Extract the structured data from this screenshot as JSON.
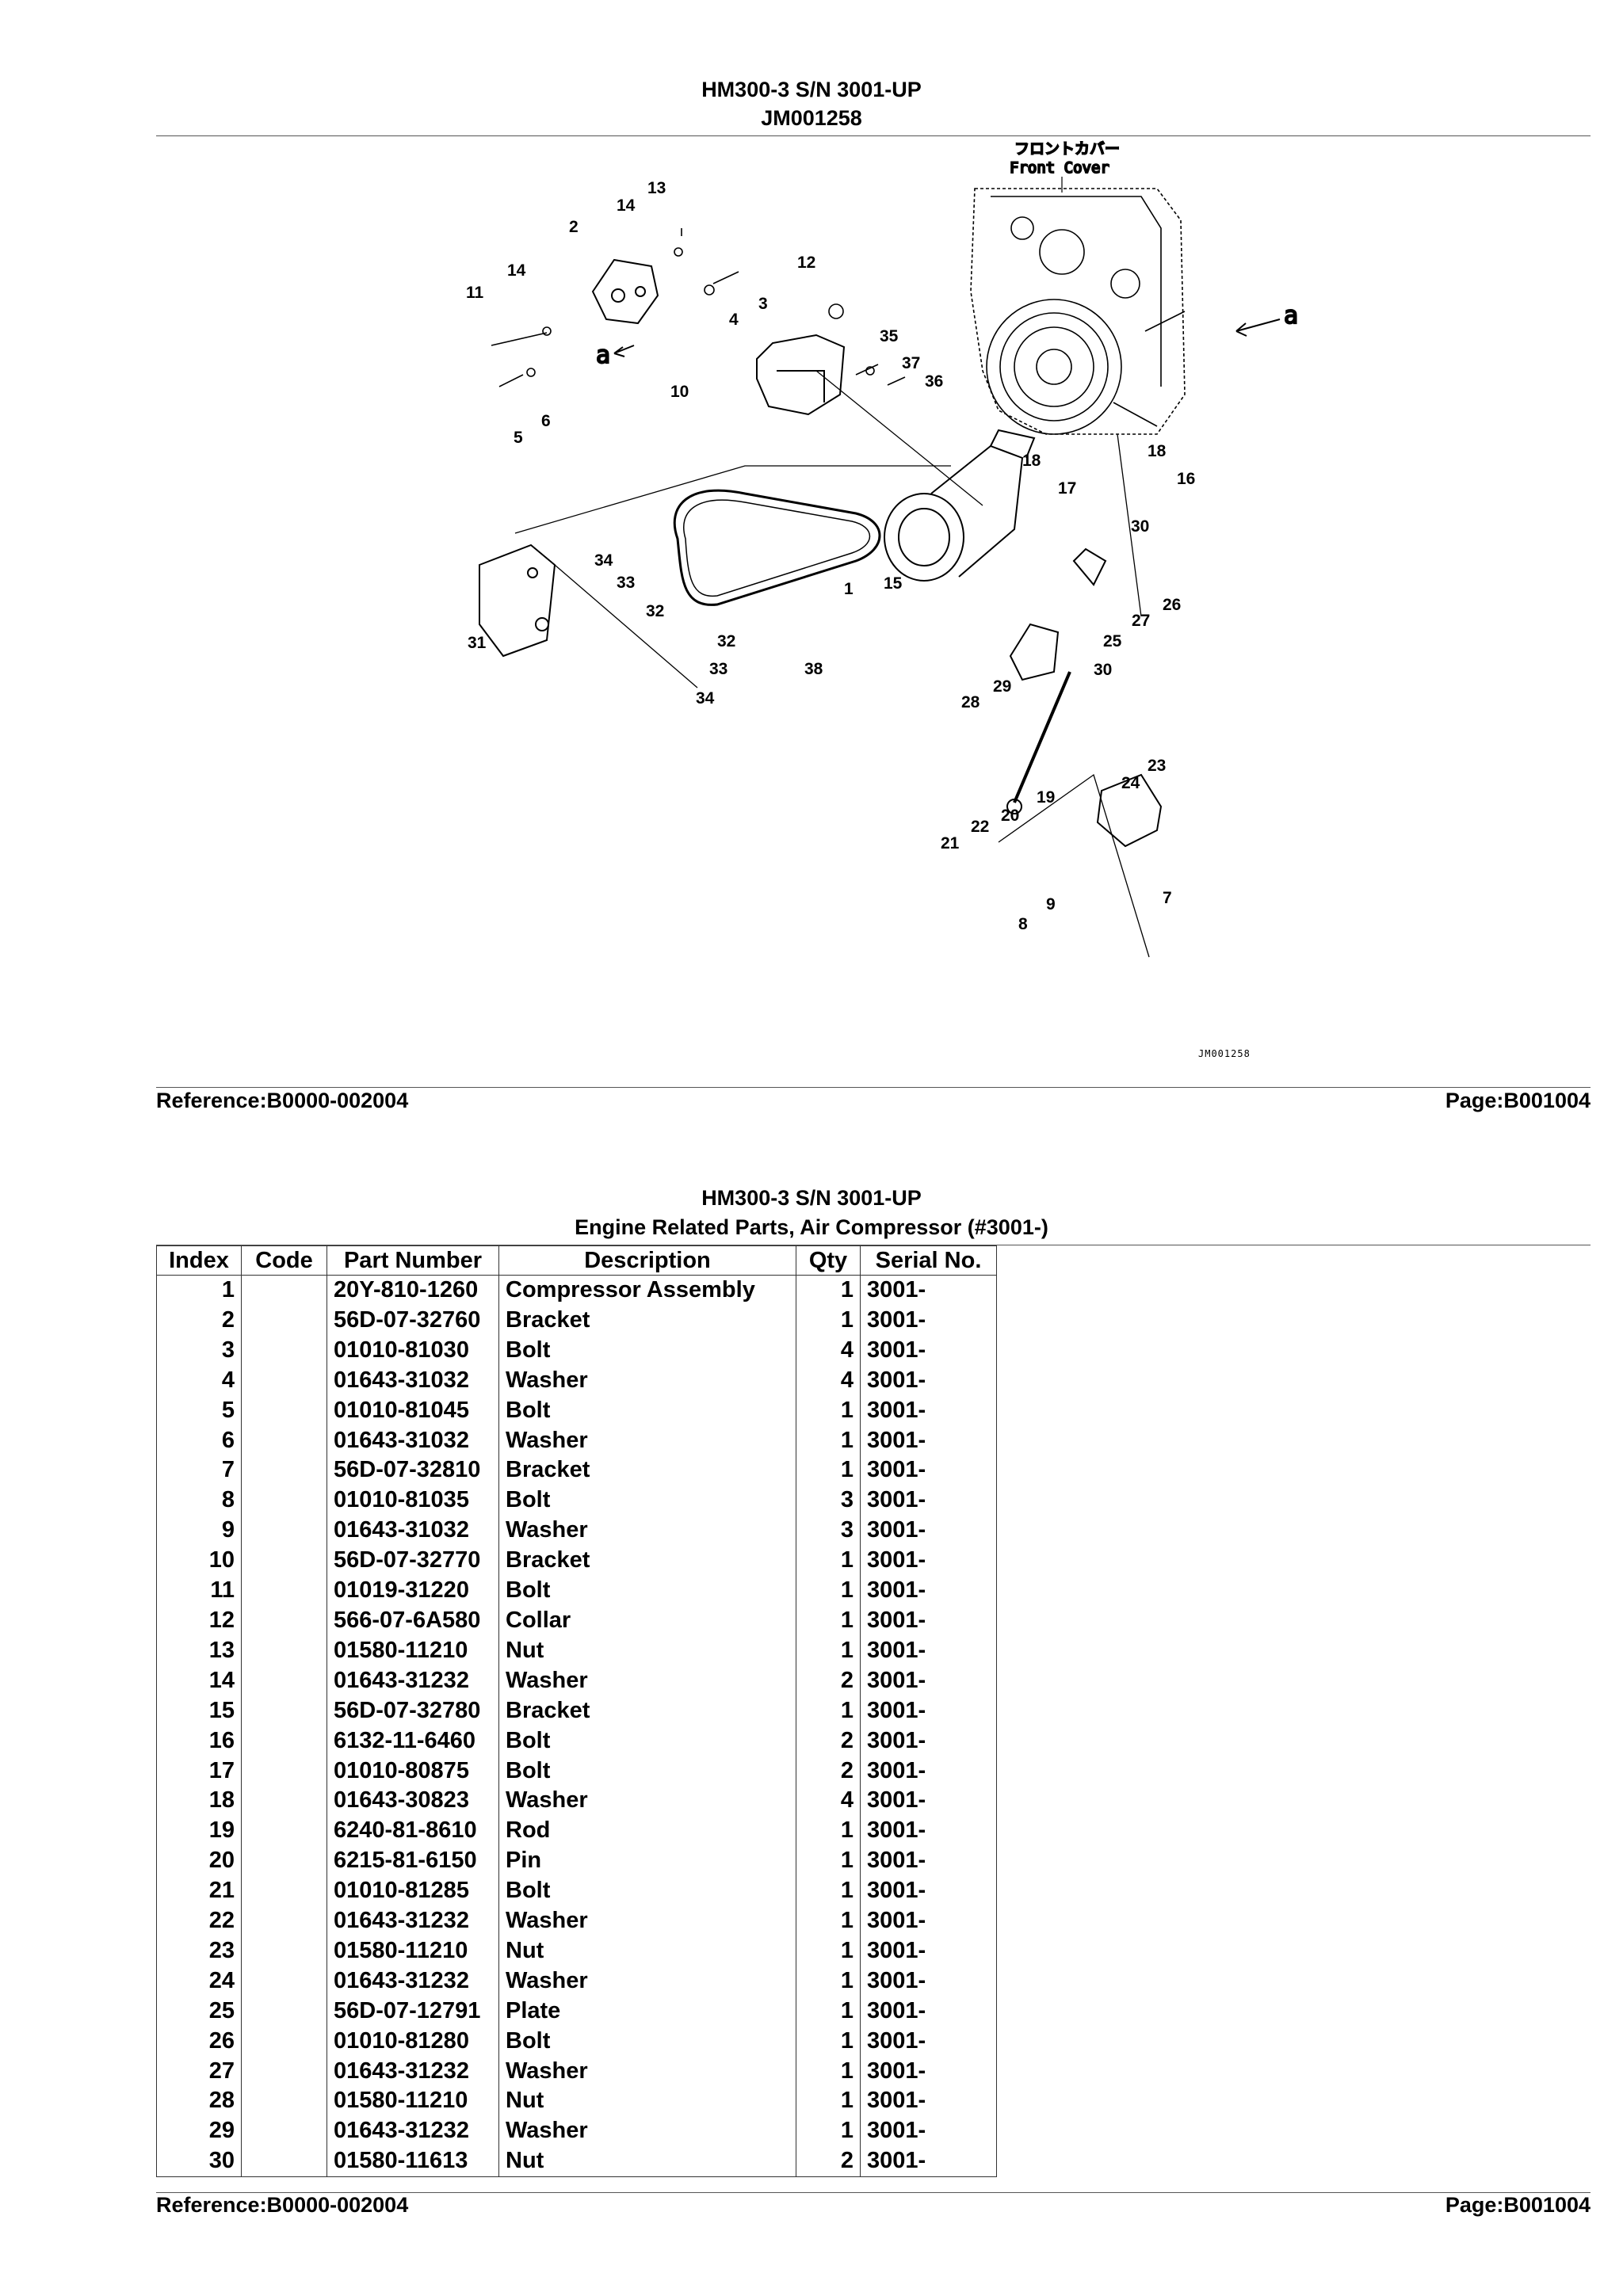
{
  "top_header": {
    "line1": "HM300-3 S/N 3001-UP",
    "line2": "JM001258"
  },
  "illustration": {
    "front_cover_jp": "フロントカバー",
    "front_cover_en": "Front Cover",
    "annotation": "a",
    "drawing_number": "JM001258",
    "callouts": [
      "1",
      "2",
      "3",
      "4",
      "5",
      "6",
      "7",
      "8",
      "9",
      "10",
      "11",
      "12",
      "13",
      "14",
      "15",
      "16",
      "17",
      "18",
      "19",
      "20",
      "21",
      "22",
      "23",
      "24",
      "25",
      "26",
      "27",
      "28",
      "29",
      "30",
      "31",
      "32",
      "33",
      "34",
      "35",
      "36",
      "37",
      "38"
    ]
  },
  "footer_top": {
    "reference": "Reference:B0000-002004",
    "page": "Page:B001004"
  },
  "table_header": {
    "line1": "HM300-3 S/N 3001-UP",
    "line2": "Engine Related Parts, Air Compressor (#3001-)"
  },
  "columns": [
    "Index",
    "Code",
    "Part Number",
    "Description",
    "Qty",
    "Serial No."
  ],
  "rows": [
    {
      "index": "1",
      "code": "",
      "part": "20Y-810-1260",
      "desc": "Compressor Assembly",
      "qty": "1",
      "serial": "3001-"
    },
    {
      "index": "2",
      "code": "",
      "part": "56D-07-32760",
      "desc": "Bracket",
      "qty": "1",
      "serial": "3001-"
    },
    {
      "index": "3",
      "code": "",
      "part": "01010-81030",
      "desc": "Bolt",
      "qty": "4",
      "serial": "3001-"
    },
    {
      "index": "4",
      "code": "",
      "part": "01643-31032",
      "desc": "Washer",
      "qty": "4",
      "serial": "3001-"
    },
    {
      "index": "5",
      "code": "",
      "part": "01010-81045",
      "desc": "Bolt",
      "qty": "1",
      "serial": "3001-"
    },
    {
      "index": "6",
      "code": "",
      "part": "01643-31032",
      "desc": "Washer",
      "qty": "1",
      "serial": "3001-"
    },
    {
      "index": "7",
      "code": "",
      "part": "56D-07-32810",
      "desc": "Bracket",
      "qty": "1",
      "serial": "3001-"
    },
    {
      "index": "8",
      "code": "",
      "part": "01010-81035",
      "desc": "Bolt",
      "qty": "3",
      "serial": "3001-"
    },
    {
      "index": "9",
      "code": "",
      "part": "01643-31032",
      "desc": "Washer",
      "qty": "3",
      "serial": "3001-"
    },
    {
      "index": "10",
      "code": "",
      "part": "56D-07-32770",
      "desc": "Bracket",
      "qty": "1",
      "serial": "3001-"
    },
    {
      "index": "11",
      "code": "",
      "part": "01019-31220",
      "desc": "Bolt",
      "qty": "1",
      "serial": "3001-"
    },
    {
      "index": "12",
      "code": "",
      "part": "566-07-6A580",
      "desc": "Collar",
      "qty": "1",
      "serial": "3001-"
    },
    {
      "index": "13",
      "code": "",
      "part": "01580-11210",
      "desc": "Nut",
      "qty": "1",
      "serial": "3001-"
    },
    {
      "index": "14",
      "code": "",
      "part": "01643-31232",
      "desc": "Washer",
      "qty": "2",
      "serial": "3001-"
    },
    {
      "index": "15",
      "code": "",
      "part": "56D-07-32780",
      "desc": "Bracket",
      "qty": "1",
      "serial": "3001-"
    },
    {
      "index": "16",
      "code": "",
      "part": "6132-11-6460",
      "desc": "Bolt",
      "qty": "2",
      "serial": "3001-"
    },
    {
      "index": "17",
      "code": "",
      "part": "01010-80875",
      "desc": "Bolt",
      "qty": "2",
      "serial": "3001-"
    },
    {
      "index": "18",
      "code": "",
      "part": "01643-30823",
      "desc": "Washer",
      "qty": "4",
      "serial": "3001-"
    },
    {
      "index": "19",
      "code": "",
      "part": "6240-81-8610",
      "desc": "Rod",
      "qty": "1",
      "serial": "3001-"
    },
    {
      "index": "20",
      "code": "",
      "part": "6215-81-6150",
      "desc": "Pin",
      "qty": "1",
      "serial": "3001-"
    },
    {
      "index": "21",
      "code": "",
      "part": "01010-81285",
      "desc": "Bolt",
      "qty": "1",
      "serial": "3001-"
    },
    {
      "index": "22",
      "code": "",
      "part": "01643-31232",
      "desc": "Washer",
      "qty": "1",
      "serial": "3001-"
    },
    {
      "index": "23",
      "code": "",
      "part": "01580-11210",
      "desc": "Nut",
      "qty": "1",
      "serial": "3001-"
    },
    {
      "index": "24",
      "code": "",
      "part": "01643-31232",
      "desc": "Washer",
      "qty": "1",
      "serial": "3001-"
    },
    {
      "index": "25",
      "code": "",
      "part": "56D-07-12791",
      "desc": "Plate",
      "qty": "1",
      "serial": "3001-"
    },
    {
      "index": "26",
      "code": "",
      "part": "01010-81280",
      "desc": "Bolt",
      "qty": "1",
      "serial": "3001-"
    },
    {
      "index": "27",
      "code": "",
      "part": "01643-31232",
      "desc": "Washer",
      "qty": "1",
      "serial": "3001-"
    },
    {
      "index": "28",
      "code": "",
      "part": "01580-11210",
      "desc": "Nut",
      "qty": "1",
      "serial": "3001-"
    },
    {
      "index": "29",
      "code": "",
      "part": "01643-31232",
      "desc": "Washer",
      "qty": "1",
      "serial": "3001-"
    },
    {
      "index": "30",
      "code": "",
      "part": "01580-11613",
      "desc": "Nut",
      "qty": "2",
      "serial": "3001-"
    }
  ],
  "footer_bottom": {
    "reference": "Reference:B0000-002004",
    "page": "Page:B001004"
  }
}
